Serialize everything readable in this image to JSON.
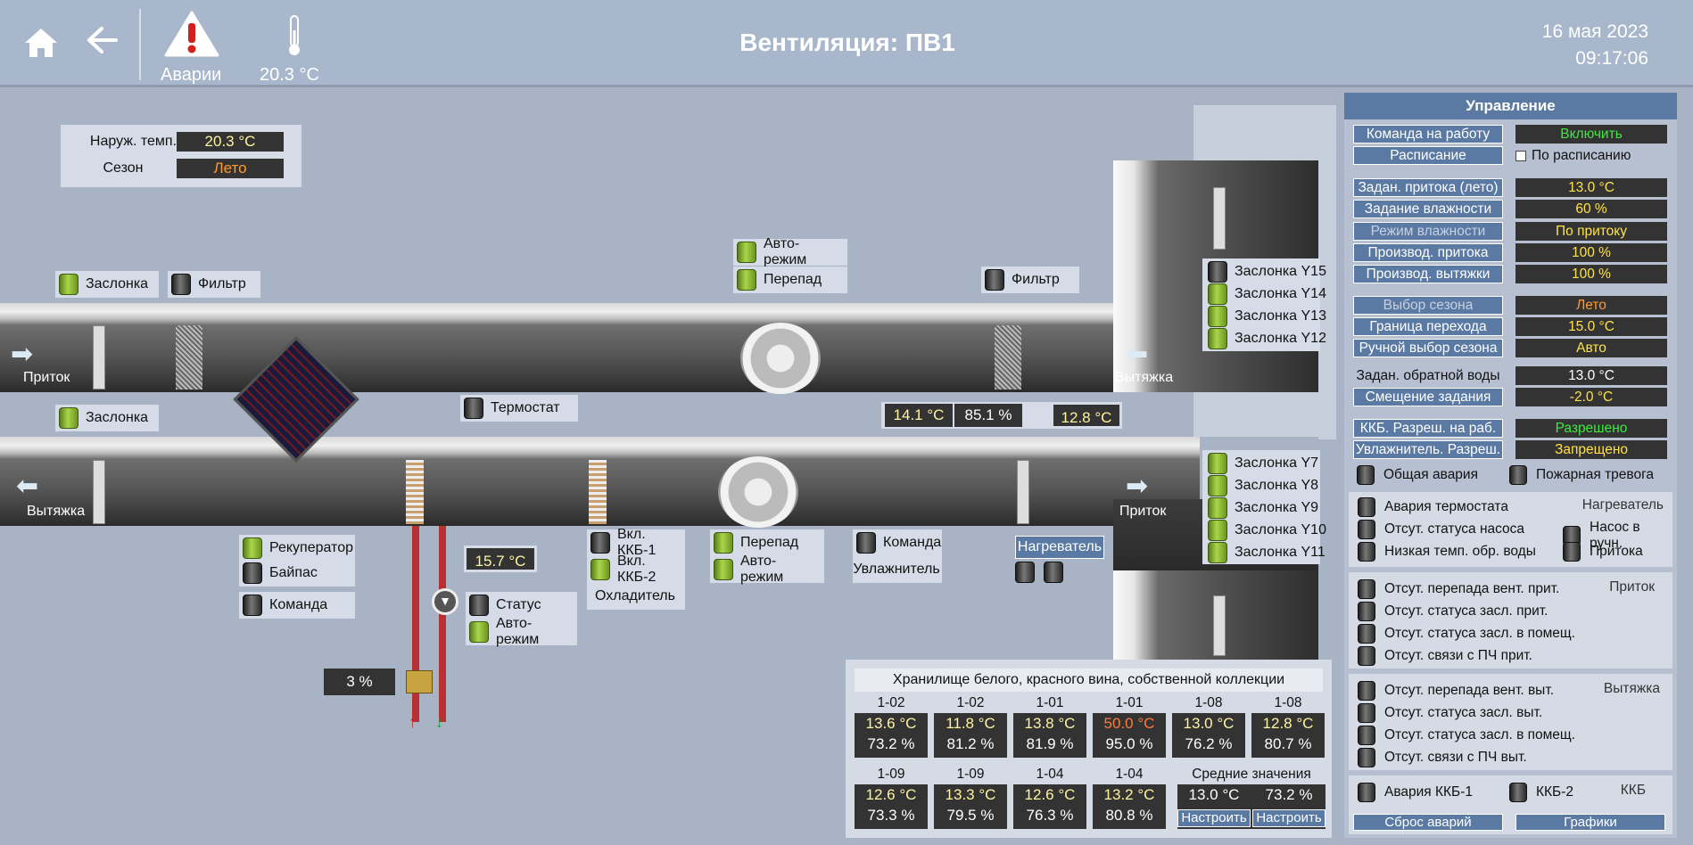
{
  "header": {
    "title": "Вентиляция: ПВ1",
    "date": "16 мая 2023",
    "time": "09:17:06",
    "alarms_label": "Аварии",
    "outdoor_temp": "20.3 °C"
  },
  "outdoor": {
    "temp_label": "Наруж. темп.",
    "temp_value": "20.3 °C",
    "season_label": "Сезон",
    "season_value": "Лето"
  },
  "labels": {
    "zaslonka": "Заслонка",
    "filtr": "Фильтр",
    "avto": "Авто-режим",
    "perepad": "Перепад",
    "termostat": "Термостат",
    "rekuperator": "Рекуператор",
    "baipas": "Байпас",
    "komanda": "Команда",
    "status": "Статус",
    "kkb1": "Вкл. ККБ-1",
    "kkb2": "Вкл. ККБ-2",
    "ohladitel": "Охладитель",
    "uvlazhnitel": "Увлажнитель",
    "nagrevatel": "Нагреватель",
    "y15": "Заслонка Y15",
    "y14": "Заслонка Y14",
    "y13": "Заслонка Y13",
    "y12": "Заслонка Y12",
    "y7": "Заслонка Y7",
    "y8": "Заслонка Y8",
    "y9": "Заслонка Y9",
    "y10": "Заслонка Y10",
    "y11": "Заслонка Y11",
    "pritok": "Приток",
    "vytyazhka": "Вытяжка"
  },
  "values": {
    "temp1": "14.1 °C",
    "hum1": "85.1 %",
    "temp2": "12.8 °C",
    "water_temp": "15.7 °C",
    "valve": "3 %"
  },
  "panel": {
    "title": "Управление",
    "rows": [
      {
        "label": "Команда на работу",
        "value": "Включить",
        "vcolor": "#3fe83f"
      },
      {
        "label": "Расписание",
        "check": "По расписанию"
      },
      {
        "label": "Задан. притока (лето)",
        "value": "13.0 °C"
      },
      {
        "label": "Задание влажности",
        "value": "60 %"
      },
      {
        "label": "Режим влажности",
        "value": "По притоку"
      },
      {
        "label": "Производ. притока",
        "value": "100 %"
      },
      {
        "label": "Производ. вытяжки",
        "value": "100 %"
      },
      {
        "label": "Выбор сезона",
        "value": "Лето",
        "vcolor": "#ff9a2e"
      },
      {
        "label": "Граница перехода",
        "value": "15.0 °C"
      },
      {
        "label": "Ручной выбор сезона",
        "value": "Авто"
      },
      {
        "label": "Задан. обратной воды",
        "value": "13.0 °C",
        "vcolor": "#ffffff"
      },
      {
        "label": "Смещение задания",
        "value": "-2.0 °C"
      },
      {
        "label": "ККБ. Разреш. на раб.",
        "value": "Разрешено",
        "vcolor": "#3fe83f"
      },
      {
        "label": "Увлажнитель. Разреш.",
        "value": "Запрещено"
      }
    ],
    "common_alarm": "Общая авария",
    "fire_alarm": "Пожарная тревога",
    "heater_title": "Нагреватель",
    "heater": [
      "Авария термостата",
      "Отсут. статуса насоса",
      "Низкая темп. обр. воды"
    ],
    "pump_manual": "Насос в ручн.",
    "pritoka": "Притока",
    "supply_title": "Приток",
    "supply": [
      "Отсут. перепада вент. прит.",
      "Отсут. статуса засл. прит.",
      "Отсут. статуса засл. в помещ.",
      "Отсут. связи с ПЧ прит."
    ],
    "exhaust_title": "Вытяжка",
    "exhaust": [
      "Отсут. перепада вент. выт.",
      "Отсут. статуса засл. выт.",
      "Отсут. статуса засл. в помещ.",
      "Отсут. связи с ПЧ выт."
    ],
    "kkb_title": "ККБ",
    "kkb1_alarm": "Авария ККБ-1",
    "kkb2": "ККБ-2",
    "reset": "Сброс аварий",
    "graphs": "Графики"
  },
  "storage": {
    "title": "Хранилище белого, красного вина, собственной коллекции",
    "row1": [
      {
        "name": "1-02",
        "t": "13.6 °C",
        "h": "73.2 %"
      },
      {
        "name": "1-02",
        "t": "11.8 °C",
        "h": "81.2 %"
      },
      {
        "name": "1-01",
        "t": "13.8 °C",
        "h": "81.9 %"
      },
      {
        "name": "1-01",
        "t": "50.0 °C",
        "h": "95.0 %",
        "alarm": true
      },
      {
        "name": "1-08",
        "t": "13.0 °C",
        "h": "76.2 %"
      },
      {
        "name": "1-08",
        "t": "12.8 °C",
        "h": "80.7 %"
      }
    ],
    "row2": [
      {
        "name": "1-09",
        "t": "12.6 °C",
        "h": "73.3 %"
      },
      {
        "name": "1-09",
        "t": "13.3 °C",
        "h": "79.5 %"
      },
      {
        "name": "1-04",
        "t": "12.6 °C",
        "h": "76.3 %"
      },
      {
        "name": "1-04",
        "t": "13.2 °C",
        "h": "80.8 %"
      }
    ],
    "avg_title": "Средние значения",
    "avg_t": "13.0 °C",
    "avg_h": "73.2 %",
    "setup": "Настроить"
  }
}
